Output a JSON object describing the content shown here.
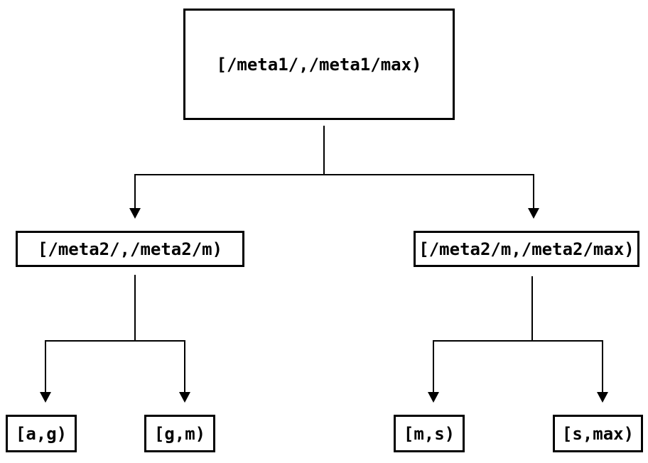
{
  "diagram": {
    "type": "tree",
    "colors": {
      "background": "#ffffff",
      "line": "#000000",
      "text": "#000000",
      "node_border": "#000000",
      "node_fill": "#ffffff"
    },
    "nodes": {
      "root": {
        "label": "[/meta1/,/meta1/max)"
      },
      "meta2_low": {
        "label": "[/meta2/,/meta2/m)"
      },
      "meta2_high": {
        "label": "[/meta2/m,/meta2/max)"
      },
      "leaf_ag": {
        "label": "[a,g)"
      },
      "leaf_gm": {
        "label": "[g,m)"
      },
      "leaf_ms": {
        "label": "[m,s)"
      },
      "leaf_smax": {
        "label": "[s,max)"
      }
    },
    "edges": [
      {
        "from": "root",
        "to": "meta2_low",
        "arrow": "down"
      },
      {
        "from": "root",
        "to": "meta2_high",
        "arrow": "down"
      },
      {
        "from": "meta2_low",
        "to": "leaf_ag",
        "arrow": "down"
      },
      {
        "from": "meta2_low",
        "to": "leaf_gm",
        "arrow": "down"
      },
      {
        "from": "meta2_high",
        "to": "leaf_ms",
        "arrow": "down"
      },
      {
        "from": "meta2_high",
        "to": "leaf_smax",
        "arrow": "down"
      }
    ]
  }
}
